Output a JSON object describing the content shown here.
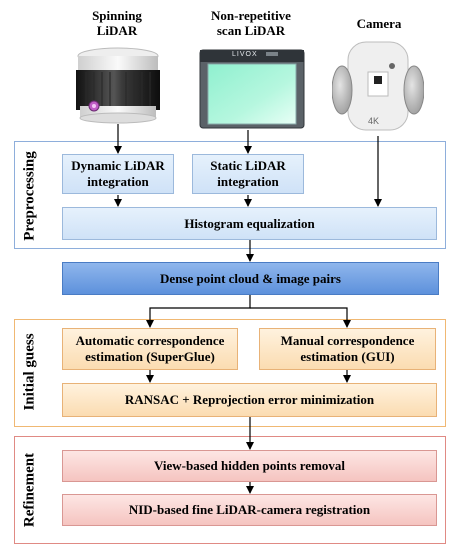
{
  "sensors": {
    "spinning_label": "Spinning\nLiDAR",
    "nonrep_label": "Non-repetitive\nscan LiDAR",
    "camera_label": "Camera",
    "livox_logo": "LIVOX",
    "camera_4k": "4K"
  },
  "stages": {
    "preprocessing": "Preprocessing",
    "initial_guess": "Initial guess",
    "refinement": "Refinement"
  },
  "boxes": {
    "dynamic": "Dynamic LiDAR\nintegration",
    "static": "Static LiDAR\nintegration",
    "histogram": "Histogram equalization",
    "dense": "Dense point cloud & image pairs",
    "auto": "Automatic correspondence\nestimation (SuperGlue)",
    "manual": "Manual correspondence\nestimation (GUI)",
    "ransac": "RANSAC + Reprojection error minimization",
    "hidden": "View-based hidden points removal",
    "nid": "NID-based fine LiDAR-camera registration"
  },
  "colors": {
    "preprocessing_frame": "#8eaedb",
    "initial_frame": "#f0b873",
    "refinement_frame": "#e08a84",
    "dense_fill": "#6f9ee0"
  }
}
